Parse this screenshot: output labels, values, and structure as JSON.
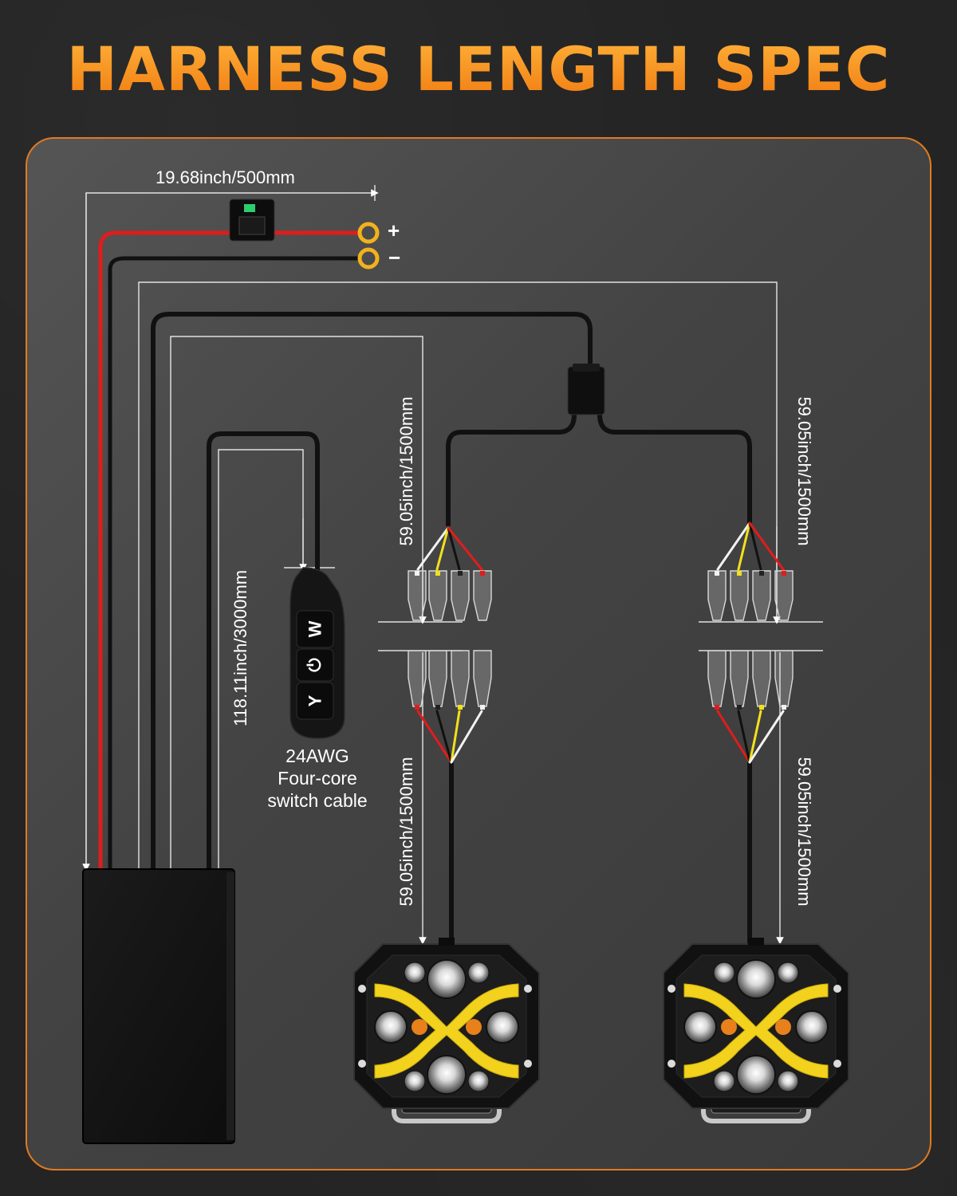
{
  "title": "HARNESS LENGTH SPEC",
  "dimensions": {
    "battery_lead": "19.68inch/500mm",
    "switch_cable": "118.11inch/3000mm",
    "main_to_connector": "59.05inch/1500mm",
    "connector_to_light_left": "59.05inch/1500mm",
    "right_main": "59.05inch/1500mm",
    "right_lower": "59.05inch/1500mm"
  },
  "terminals": {
    "positive": "+",
    "negative": "−"
  },
  "switch": {
    "buttons": [
      "W",
      "⏻",
      "Y"
    ],
    "note_lines": [
      "24AWG",
      "Four-core",
      "switch cable"
    ]
  },
  "colors": {
    "accent": "#f07a10",
    "wire_red": "#e01c1c",
    "wire_yellow": "#f2e01c",
    "wire_white": "#f2f2f2",
    "wire_black": "#111111",
    "led_yellow": "#f2d21c"
  }
}
